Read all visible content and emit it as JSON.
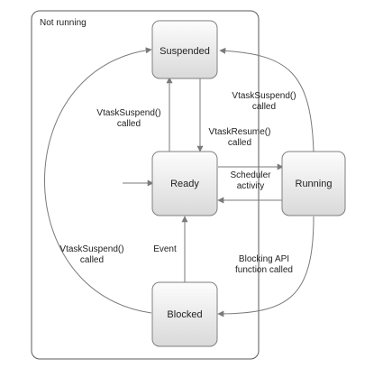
{
  "frame": {
    "label": "Not running"
  },
  "states": {
    "suspended": "Suspended",
    "ready": "Ready",
    "running": "Running",
    "blocked": "Blocked"
  },
  "transitions": {
    "ready_to_suspended": [
      "VtaskSuspend()",
      "called"
    ],
    "suspended_to_ready": [
      "VtaskResume()",
      "called"
    ],
    "running_to_suspended": [
      "VtaskSuspend()",
      "called"
    ],
    "running_ready_scheduler": [
      "Scheduler",
      "activity"
    ],
    "blocked_to_suspended": [
      "VtaskSuspend()",
      "called"
    ],
    "blocked_to_ready": [
      "Event"
    ],
    "running_to_blocked": [
      "Blocking API",
      "function called"
    ]
  },
  "colors": {
    "frame_stroke": "#5a5a5a",
    "state_fill_top": "#fdfdfd",
    "state_fill_bottom": "#d9d9d9",
    "state_stroke": "#7f7f7f",
    "edge": "#7a7a7a"
  }
}
